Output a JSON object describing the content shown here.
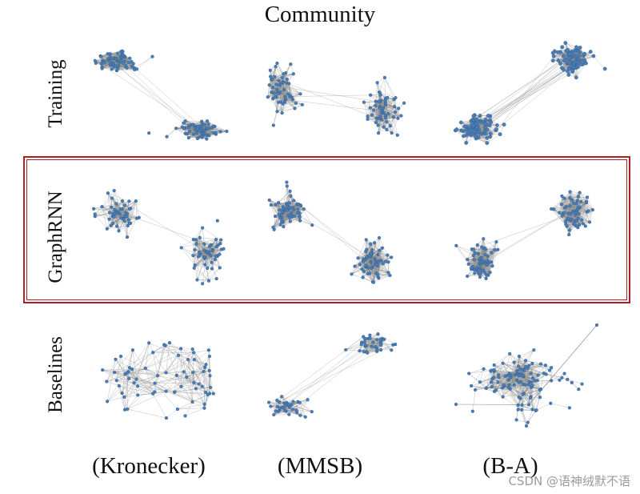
{
  "figure": {
    "title": "Community",
    "row_labels": [
      "Training",
      "GraphRNN",
      "Baselines"
    ],
    "column_labels": [
      "(Kronecker)",
      "(MMSB)",
      "(B-A)"
    ],
    "highlighted_row": "GraphRNN",
    "watermark": "CSDN @语神绒默不语"
  },
  "colors": {
    "node": "#4a7db5",
    "node_edge": "#2b5a8c",
    "edge": "#8a8a8a",
    "highlight": "#b11f24"
  },
  "graphs": [
    {
      "row": "Training",
      "col": 0,
      "clusters": [
        {
          "n": 60,
          "spread": 0.8
        },
        {
          "n": 60,
          "spread": 0.8
        }
      ],
      "style": "dense-pair"
    },
    {
      "row": "Training",
      "col": 1,
      "clusters": [
        {
          "n": 55,
          "spread": 1.0
        },
        {
          "n": 55,
          "spread": 1.0
        }
      ],
      "style": "dense-pair"
    },
    {
      "row": "Training",
      "col": 2,
      "clusters": [
        {
          "n": 80,
          "spread": 0.6
        },
        {
          "n": 80,
          "spread": 0.6
        }
      ],
      "style": "very-dense-pair"
    },
    {
      "row": "GraphRNN",
      "col": 0,
      "clusters": [
        {
          "n": 50,
          "spread": 1.0
        },
        {
          "n": 50,
          "spread": 1.0
        }
      ],
      "style": "dense-pair"
    },
    {
      "row": "GraphRNN",
      "col": 1,
      "clusters": [
        {
          "n": 60,
          "spread": 0.8
        },
        {
          "n": 60,
          "spread": 0.8
        }
      ],
      "style": "dense-pair"
    },
    {
      "row": "GraphRNN",
      "col": 2,
      "clusters": [
        {
          "n": 60,
          "spread": 0.8
        },
        {
          "n": 60,
          "spread": 0.8
        }
      ],
      "style": "dense-pair"
    },
    {
      "row": "Baselines",
      "col": 0,
      "clusters": [
        {
          "n": 70,
          "spread": 1.6
        }
      ],
      "style": "sparse-blob"
    },
    {
      "row": "Baselines",
      "col": 1,
      "clusters": [
        {
          "n": 35,
          "spread": 0.8
        },
        {
          "n": 35,
          "spread": 0.8
        }
      ],
      "style": "dense-pair"
    },
    {
      "row": "Baselines",
      "col": 2,
      "clusters": [
        {
          "n": 110,
          "spread": 1.0
        }
      ],
      "style": "hub-blob"
    }
  ]
}
